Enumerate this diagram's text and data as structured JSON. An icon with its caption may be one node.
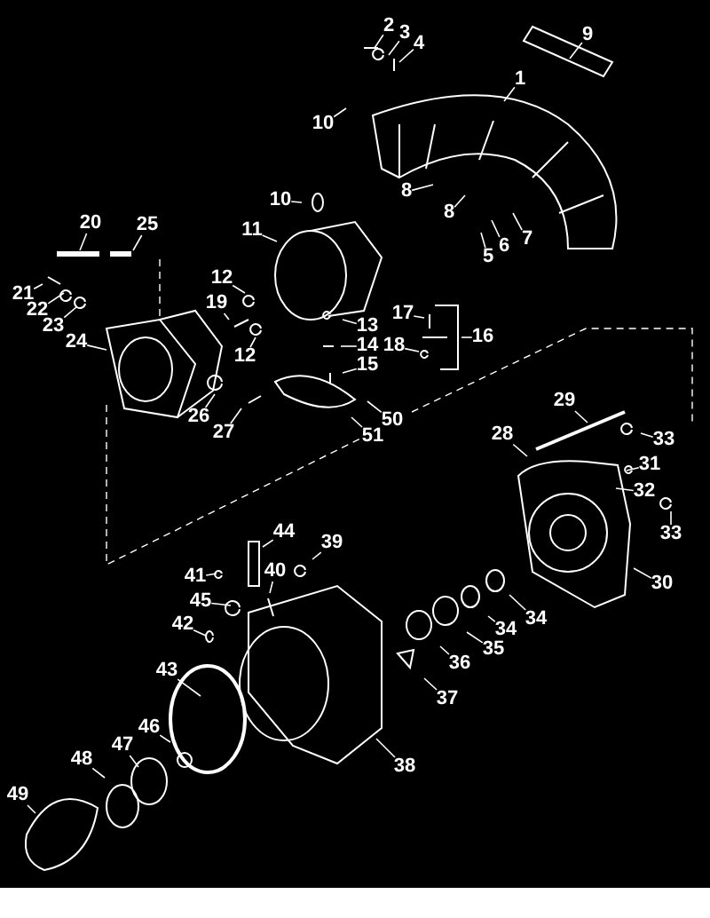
{
  "diagram": {
    "nodes": [
      {
        "text": [
          "1"
        ]
      },
      {
        "text": [
          "2"
        ]
      },
      {
        "text": [
          "3"
        ]
      },
      {
        "text": [
          "4"
        ]
      },
      {
        "text": [
          "9"
        ]
      },
      {
        "text": [
          "10"
        ]
      },
      {
        "text": [
          "8"
        ]
      },
      {
        "text": [
          "8"
        ]
      },
      {
        "text": [
          "5"
        ]
      },
      {
        "text": [
          "6"
        ]
      },
      {
        "text": [
          "7"
        ]
      },
      {
        "text": [
          "10"
        ]
      },
      {
        "text": [
          "11"
        ]
      },
      {
        "text": [
          "12"
        ]
      },
      {
        "text": [
          "19"
        ]
      },
      {
        "text": [
          "12"
        ]
      },
      {
        "text": [
          "20"
        ]
      },
      {
        "text": [
          "25"
        ]
      },
      {
        "text": [
          "21"
        ]
      },
      {
        "text": [
          "22"
        ]
      },
      {
        "text": [
          "23"
        ]
      },
      {
        "text": [
          "24"
        ]
      },
      {
        "text": [
          "26"
        ]
      },
      {
        "text": [
          "27"
        ]
      },
      {
        "text": [
          "13"
        ]
      },
      {
        "text": [
          "14"
        ]
      },
      {
        "text": [
          "15"
        ]
      },
      {
        "text": [
          "17"
        ]
      },
      {
        "text": [
          "18"
        ]
      },
      {
        "text": [
          "16"
        ]
      },
      {
        "text": [
          "50"
        ]
      },
      {
        "text": [
          "51"
        ]
      },
      {
        "text": [
          "29"
        ]
      },
      {
        "text": [
          "28"
        ]
      },
      {
        "text": [
          "33"
        ]
      },
      {
        "text": [
          "31"
        ]
      },
      {
        "text": [
          "32"
        ]
      },
      {
        "text": [
          "33"
        ]
      },
      {
        "text": [
          "30"
        ]
      },
      {
        "text": [
          "34"
        ]
      },
      {
        "text": [
          "34"
        ]
      },
      {
        "text": [
          "35"
        ]
      },
      {
        "text": [
          "36"
        ]
      },
      {
        "text": [
          "37"
        ]
      },
      {
        "text": [
          "38"
        ]
      },
      {
        "text": [
          "44"
        ]
      },
      {
        "text": [
          "40"
        ]
      },
      {
        "text": [
          "39"
        ]
      },
      {
        "text": [
          "41"
        ]
      },
      {
        "text": [
          "45"
        ]
      },
      {
        "text": [
          "42"
        ]
      },
      {
        "text": [
          "43"
        ]
      },
      {
        "text": [
          "46"
        ]
      },
      {
        "text": [
          "47"
        ]
      },
      {
        "text": [
          "48"
        ]
      },
      {
        "text": [
          "49"
        ]
      }
    ],
    "edges": [
      {
        "from": 0,
        "to": null,
        "arrow": "none"
      },
      {
        "from": 1,
        "to": null,
        "arrow": "none"
      },
      {
        "from": 2,
        "to": null,
        "arrow": "none"
      },
      {
        "from": 3,
        "to": null,
        "arrow": "none"
      },
      {
        "from": 4,
        "to": null,
        "arrow": "none"
      },
      {
        "from": 5,
        "to": null,
        "arrow": "none"
      },
      {
        "from": 6,
        "to": null,
        "arrow": "none"
      },
      {
        "from": 7,
        "to": null,
        "arrow": "none"
      },
      {
        "from": 8,
        "to": null,
        "arrow": "none"
      },
      {
        "from": 9,
        "to": null,
        "arrow": "none"
      },
      {
        "from": 10,
        "to": null,
        "arrow": "none"
      },
      {
        "from": 11,
        "to": null,
        "arrow": "none"
      },
      {
        "from": 12,
        "to": null,
        "arrow": "none"
      },
      {
        "from": 13,
        "to": null,
        "arrow": "none"
      },
      {
        "from": 14,
        "to": null,
        "arrow": "none"
      },
      {
        "from": 15,
        "to": null,
        "arrow": "none"
      },
      {
        "from": 16,
        "to": null,
        "arrow": "none"
      },
      {
        "from": 17,
        "to": null,
        "arrow": "none"
      },
      {
        "from": 18,
        "to": null,
        "arrow": "none"
      },
      {
        "from": 19,
        "to": null,
        "arrow": "none"
      },
      {
        "from": 20,
        "to": null,
        "arrow": "none"
      },
      {
        "from": 21,
        "to": null,
        "arrow": "none"
      },
      {
        "from": 22,
        "to": null,
        "arrow": "none"
      },
      {
        "from": 23,
        "to": null,
        "arrow": "none"
      },
      {
        "from": 24,
        "to": null,
        "arrow": "none"
      },
      {
        "from": 25,
        "to": null,
        "arrow": "none"
      },
      {
        "from": 26,
        "to": null,
        "arrow": "none"
      },
      {
        "from": 27,
        "to": null,
        "arrow": "none"
      },
      {
        "from": 28,
        "to": null,
        "arrow": "none"
      },
      {
        "from": 29,
        "to": null,
        "arrow": "none"
      },
      {
        "from": 30,
        "to": null,
        "arrow": "none"
      },
      {
        "from": 31,
        "to": null,
        "arrow": "none"
      },
      {
        "from": 32,
        "to": null,
        "arrow": "none"
      },
      {
        "from": 33,
        "to": null,
        "arrow": "none"
      },
      {
        "from": 34,
        "to": null,
        "arrow": "none"
      },
      {
        "from": 35,
        "to": null,
        "arrow": "none"
      },
      {
        "from": 36,
        "to": null,
        "arrow": "none"
      },
      {
        "from": 37,
        "to": null,
        "arrow": "none"
      },
      {
        "from": 38,
        "to": null,
        "arrow": "none"
      },
      {
        "from": 39,
        "to": null,
        "arrow": "none"
      },
      {
        "from": 40,
        "to": null,
        "arrow": "none"
      },
      {
        "from": 41,
        "to": null,
        "arrow": "none"
      },
      {
        "from": 42,
        "to": null,
        "arrow": "none"
      },
      {
        "from": 43,
        "to": null,
        "arrow": "none"
      },
      {
        "from": 44,
        "to": null,
        "arrow": "none"
      },
      {
        "from": 45,
        "to": null,
        "arrow": "none"
      },
      {
        "from": 46,
        "to": null,
        "arrow": "none"
      },
      {
        "from": 47,
        "to": null,
        "arrow": "none"
      },
      {
        "from": 48,
        "to": null,
        "arrow": "none"
      },
      {
        "from": 49,
        "to": null,
        "arrow": "none"
      },
      {
        "from": 50,
        "to": null,
        "arrow": "none"
      },
      {
        "from": 51,
        "to": null,
        "arrow": "none"
      },
      {
        "from": 52,
        "to": null,
        "arrow": "none"
      },
      {
        "from": 53,
        "to": null,
        "arrow": "none"
      },
      {
        "from": 54,
        "to": null,
        "arrow": "none"
      },
      {
        "from": 55,
        "to": null,
        "arrow": "none"
      }
    ]
  }
}
